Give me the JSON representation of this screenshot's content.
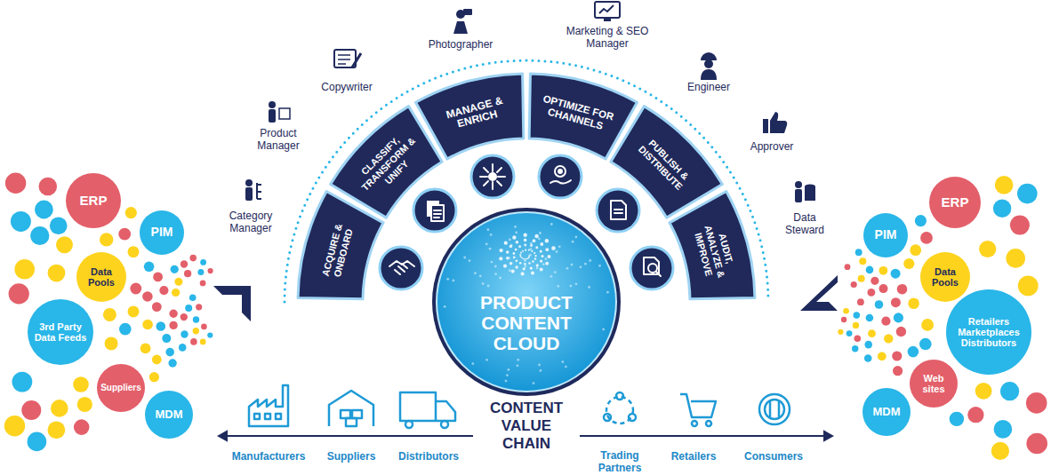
{
  "diagram": {
    "nodes": [
      {
        "text": [
          "ERP"
        ]
      },
      {
        "text": [
          "PIM"
        ]
      },
      {
        "text": [
          "Data Pools"
        ]
      },
      {
        "text": [
          "3rd Party Data Feeds"
        ]
      },
      {
        "text": [
          "Suppliers"
        ]
      },
      {
        "text": [
          "MDM"
        ]
      },
      {
        "text": [
          "ACQUIRE & ONBOARD"
        ]
      },
      {
        "text": [
          "CLASSIFY, TRANSFORM & UNIFY"
        ]
      },
      {
        "text": [
          "MANAGE & ENRICH"
        ]
      },
      {
        "text": [
          "OPTIMIZE FOR CHANNELS"
        ]
      },
      {
        "text": [
          "PUBLISH & DISTRIBUTE"
        ]
      },
      {
        "text": [
          "AUDIT, ANALYZE & IMPROVE"
        ]
      },
      {
        "text": [
          "PRODUCT CONTENT CLOUD"
        ]
      },
      {
        "text": [
          "ERP"
        ]
      },
      {
        "text": [
          "PIM"
        ]
      },
      {
        "text": [
          "Data Pools"
        ]
      },
      {
        "text": [
          "Retailers Marketplaces Distributors"
        ]
      },
      {
        "text": [
          "Web sites"
        ]
      },
      {
        "text": [
          "MDM"
        ]
      }
    ],
    "labels": [
      "Category Manager",
      "Product Manager",
      "Copywriter",
      "Photographer",
      "Marketing & SEO Manager",
      "Engineer",
      "Approver",
      "Data Steward",
      "CONTENT VALUE CHAIN",
      "Manufacturers",
      "Suppliers",
      "Distributors",
      "Trading Partners",
      "Retailers",
      "Consumers"
    ]
  }
}
